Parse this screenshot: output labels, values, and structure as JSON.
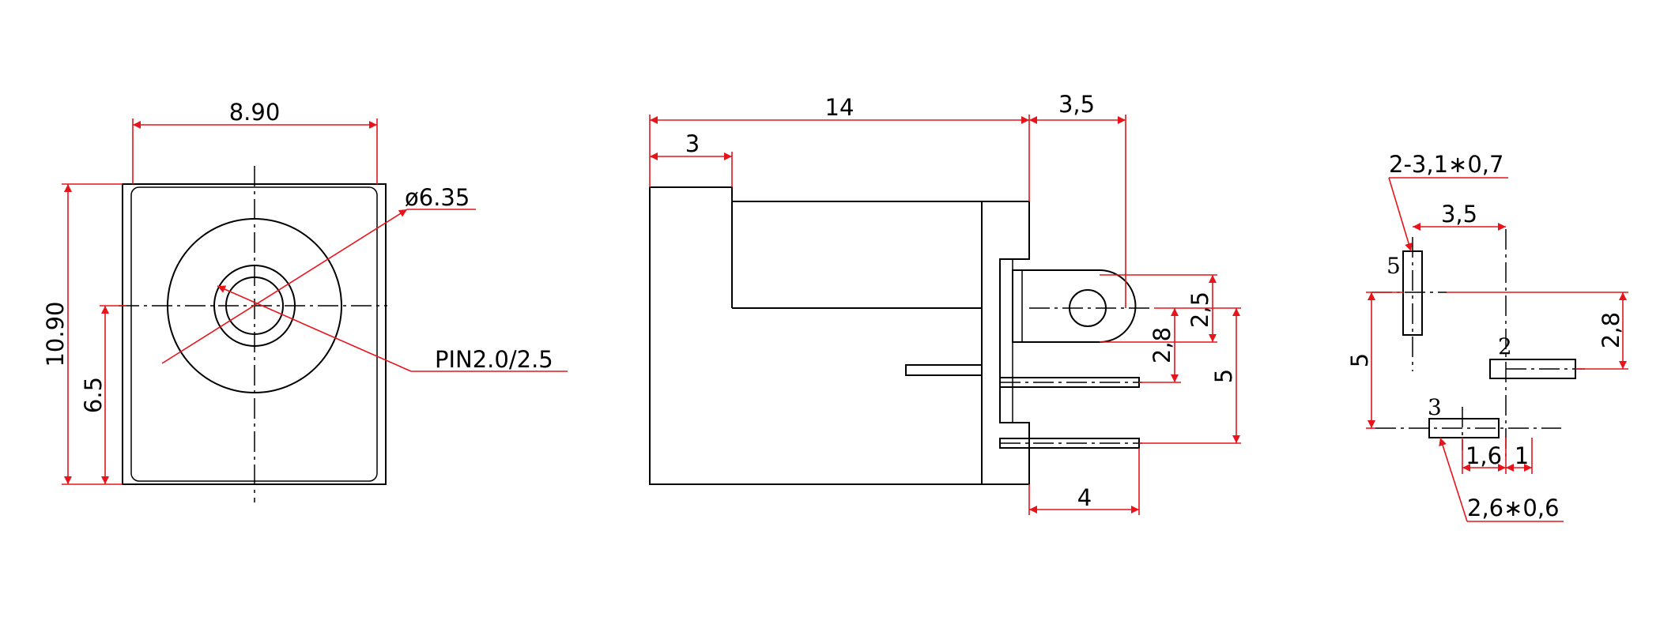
{
  "front_view": {
    "width": "8.90",
    "height": "10.90",
    "center_height": "6.5",
    "diameter": "ø6.35",
    "pin": "PIN2.0/2.5"
  },
  "side_view": {
    "length": "14",
    "front_depth": "3",
    "lug_offset": "3,5",
    "lug_height": "2,5",
    "pin_height": "2,8",
    "pin_spacing": "5",
    "pin_length": "4"
  },
  "footprint": {
    "slot_spec": "2-3,1∗0,7",
    "pin_spacing_x": "3,5",
    "pin_offset_y": "2,8",
    "pin_spacing_y": "5",
    "offset_a": "1,6",
    "offset_b": "1",
    "pad_spec": "2,6∗0,6",
    "pin_numbers": [
      "5",
      "2",
      "3"
    ]
  },
  "colors": {
    "dimension": "#e8141c",
    "outline": "#000000"
  }
}
